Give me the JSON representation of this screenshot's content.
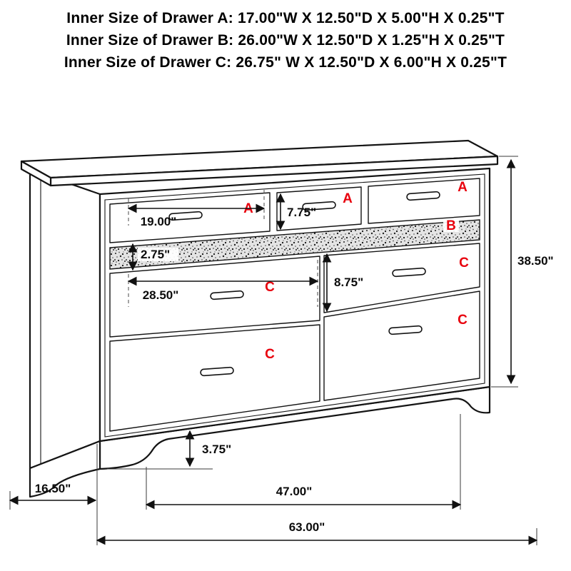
{
  "header": {
    "line_a": "Inner Size of Drawer A: 17.00\"W X 12.50\"D X 5.00\"H X 0.25\"T",
    "line_b": "Inner Size of Drawer B: 26.00\"W X 12.50\"D X 1.25\"H X 0.25\"T",
    "line_c": "Inner Size of Drawer C: 26.75\" W X 12.50\"D X 6.00\"H X 0.25\"T"
  },
  "drawer_labels": {
    "a": "A",
    "b": "B",
    "c": "C"
  },
  "dimensions": {
    "drawer_a_width": "19.00\"",
    "drawer_a_height": "7.75\"",
    "drawer_b_height": "2.75\"",
    "drawer_c_width": "28.50\"",
    "drawer_c_height": "8.75\"",
    "overall_height": "38.50\"",
    "foot_height": "3.75\"",
    "side_depth": "16.50\"",
    "feet_span": "47.00\"",
    "overall_width": "63.00\""
  },
  "colors": {
    "line": "#141414",
    "label_red": "#e8000d",
    "background": "#ffffff"
  }
}
